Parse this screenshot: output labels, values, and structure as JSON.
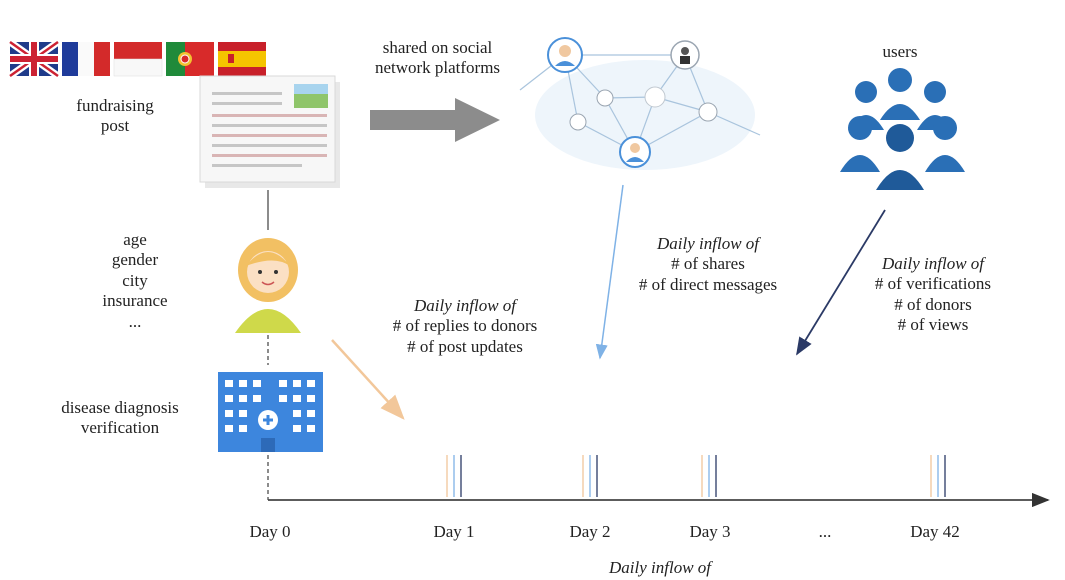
{
  "flags": {
    "names": [
      "uk-flag-icon",
      "france-flag-icon",
      "indonesia-flag-icon",
      "portugal-flag-icon",
      "spain-flag-icon"
    ]
  },
  "post": {
    "label": "fundraising\npost"
  },
  "share": {
    "label": "shared on social\nnetwork platforms"
  },
  "users": {
    "label": "users"
  },
  "patient": {
    "attributes": [
      "age",
      "gender",
      "city",
      "insurance",
      "..."
    ]
  },
  "hospital": {
    "label": "disease diagnosis\nverification"
  },
  "inflows": {
    "replies": {
      "title": "Daily inflow of",
      "lines": [
        "# of replies to donors",
        "# of post updates"
      ]
    },
    "shares": {
      "title": "Daily inflow of",
      "lines": [
        "# of shares",
        "# of direct messages"
      ]
    },
    "users": {
      "title": "Daily inflow of",
      "lines": [
        "# of verifications",
        "# of donors",
        "# of views"
      ]
    },
    "bottom": {
      "title": "Daily inflow of"
    }
  },
  "timeline": {
    "days": [
      "Day 0",
      "Day 1",
      "Day 2",
      "Day 3",
      "...",
      "Day 42"
    ]
  },
  "colors": {
    "hospital": "#3d86dd",
    "users": "#2a6fb6",
    "orange_arrow": "#f2c79a",
    "blue_arrow": "#7fb2e6",
    "navy_arrow": "#2b3a66",
    "gray_arrow": "#8c8c8c"
  }
}
